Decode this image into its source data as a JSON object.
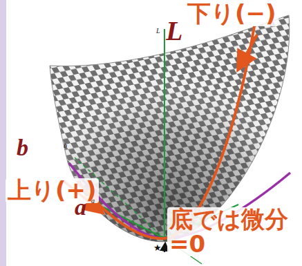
{
  "diagram": {
    "labels": [
      "下り(−)",
      "L",
      "L",
      "b",
      "b",
      "上り(+)",
      "a",
      "a",
      "底では微分 =0",
      "★"
    ]
  }
}
